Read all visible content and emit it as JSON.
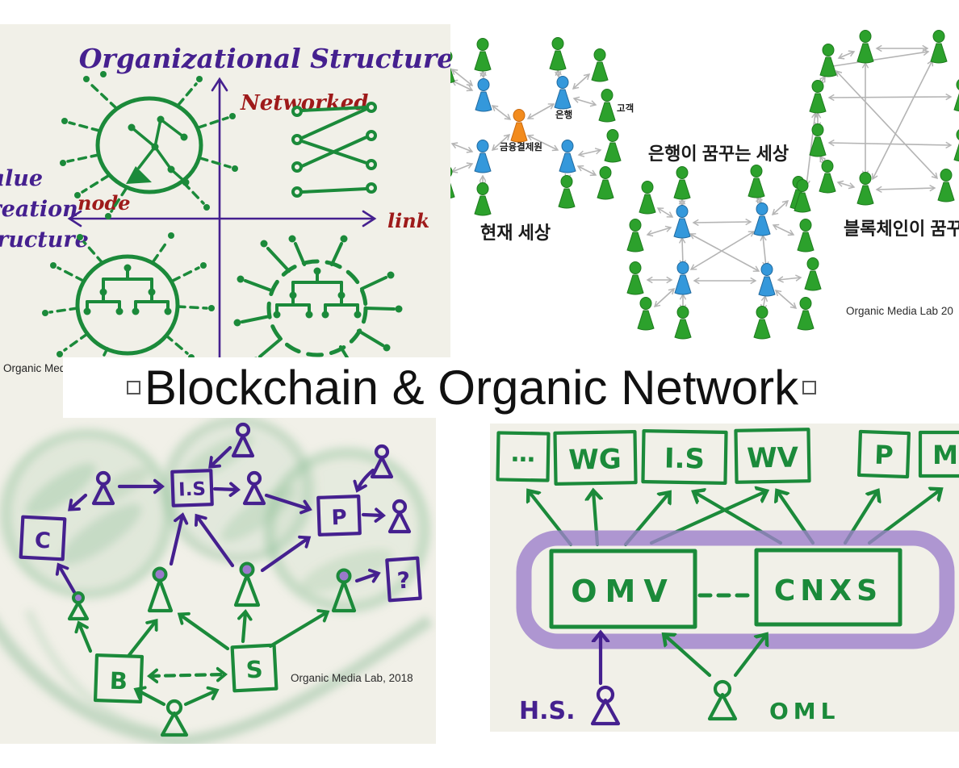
{
  "colors": {
    "cream_bg": "#f1f0e8",
    "ink_purple": "#45208f",
    "ink_red": "#9e1a1a",
    "ink_green": "#1b8a3a",
    "watercolor_green": "#9fc6a6",
    "highlight_purple": "#9d7fca",
    "person_head_purple": "#9b79cc",
    "node_green": "#2ca12c",
    "node_blue": "#3498db",
    "node_orange": "#f28b1d",
    "link_gray": "#b4b4b4"
  },
  "title_banner": {
    "title": "Blockchain & Organic Network"
  },
  "org_structure_panel": {
    "title": "Organizational Structure",
    "y_axis_label": "Networked",
    "x_axis_left_label": "node",
    "x_axis_right_label": "link",
    "value_label_lines": [
      "Value",
      "Creation",
      "Structure"
    ],
    "credit_cut": "Organic Med"
  },
  "korean_panel": {
    "current_world": {
      "caption": "현재 세상",
      "hub_label": "금융결제원",
      "bank_label": "은행",
      "customer_label": "고객"
    },
    "bank_dream": {
      "caption": "은행이 꿈꾸는 세상"
    },
    "blockchain_dream": {
      "caption": "블록체인이 꿈꾸는",
      "credit_cut": "Organic Media Lab 20"
    }
  },
  "sketch_panel": {
    "boxes": {
      "c": "C",
      "is": "I.S",
      "p": "P",
      "question": "?",
      "b": "B",
      "s": "S"
    },
    "credit": "Organic Media Lab, 2018"
  },
  "omv_panel": {
    "top_boxes": [
      "…",
      "WG",
      "I.S",
      "WV",
      "P",
      "M"
    ],
    "core_left": "OMV",
    "core_right": "CNXS",
    "left_actor_label": "H.S.",
    "right_actor_label": "OML"
  }
}
